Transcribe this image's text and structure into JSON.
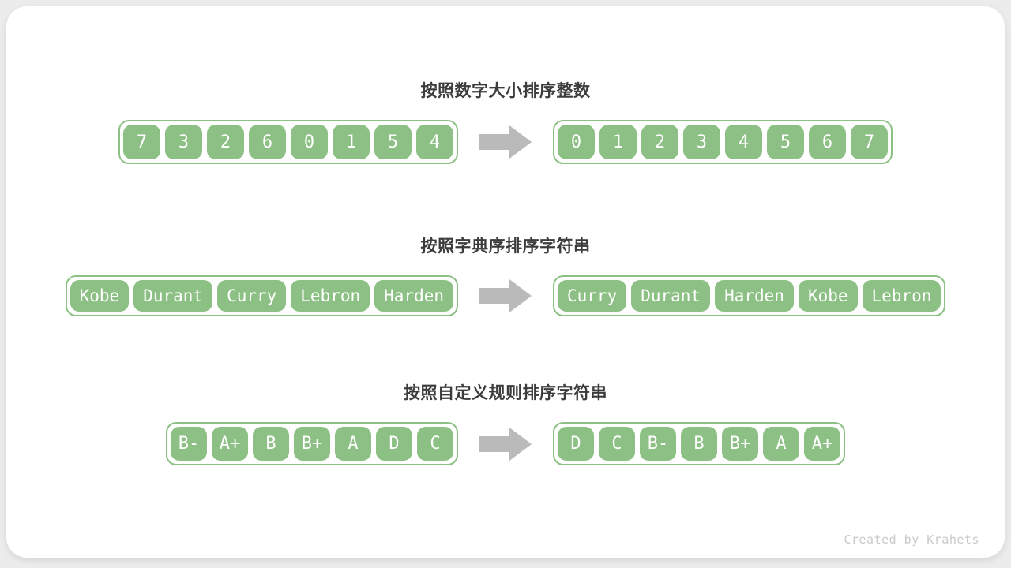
{
  "credit": "Created by Krahets",
  "colors": {
    "green": "#8dc084",
    "arrow": "#bababa",
    "title": "#3c3c3c",
    "credit_text": "#c9c9c9",
    "page_bg": "#ececec",
    "card_bg": "#ffffff"
  },
  "sections": [
    {
      "title": "按照数字大小排序整数",
      "before": [
        "7",
        "3",
        "2",
        "6",
        "0",
        "1",
        "5",
        "4"
      ],
      "after": [
        "0",
        "1",
        "2",
        "3",
        "4",
        "5",
        "6",
        "7"
      ]
    },
    {
      "title": "按照字典序排序字符串",
      "before": [
        "Kobe",
        "Durant",
        "Curry",
        "Lebron",
        "Harden"
      ],
      "after": [
        "Curry",
        "Durant",
        "Harden",
        "Kobe",
        "Lebron"
      ]
    },
    {
      "title": "按照自定义规则排序字符串",
      "before": [
        "B-",
        "A+",
        "B",
        "B+",
        "A",
        "D",
        "C"
      ],
      "after": [
        "D",
        "C",
        "B-",
        "B",
        "B+",
        "A",
        "A+"
      ]
    }
  ]
}
